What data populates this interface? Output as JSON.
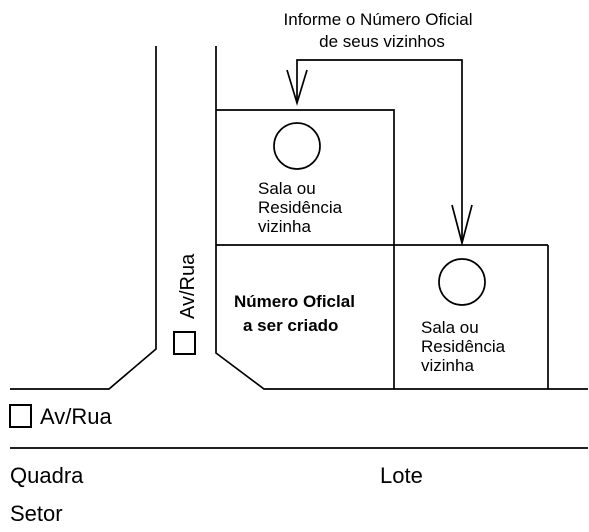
{
  "instruction": {
    "line1": "Informe o Número Oficial",
    "line2": "de seus vizinhos"
  },
  "neighbor_top": {
    "line1": "Sala ou",
    "line2": "Residência",
    "line3": "vizinha"
  },
  "neighbor_right": {
    "line1": "Sala ou",
    "line2": "Residência",
    "line3": "vizinha"
  },
  "target_lot": {
    "line1": "Número Oficlal",
    "line2": "a ser criado"
  },
  "street_vertical": {
    "label": "Av/Rua"
  },
  "street_horizontal": {
    "label": "Av/Rua"
  },
  "form_fields": {
    "quadra": "Quadra",
    "lote": "Lote",
    "setor": "Setor"
  },
  "colors": {
    "ink": "#000000",
    "background": "#ffffff"
  }
}
